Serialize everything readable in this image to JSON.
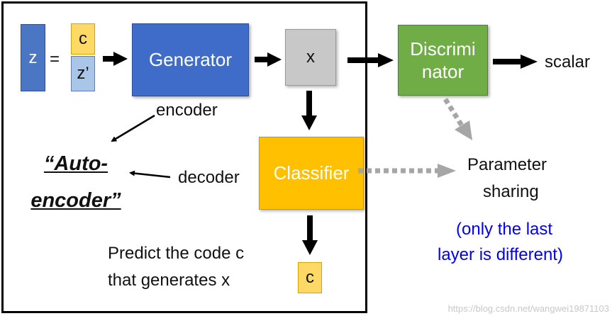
{
  "z_label": "z",
  "equals": "=",
  "c_label": "c",
  "z_prime_label": "z’",
  "generator_label": "Generator",
  "x_label": "x",
  "discriminator_line1": "Discrimi",
  "discriminator_line2": "nator",
  "scalar_label": "scalar",
  "encoder_label": "encoder",
  "decoder_label": "decoder",
  "classifier_label": "Classifier",
  "autoencoder_line1": "“Auto-",
  "autoencoder_line2": "encoder”",
  "predict_line1": "Predict the code c",
  "predict_line2": "that generates x",
  "output_c_label": "c",
  "param_line1": "Parameter",
  "param_line2": "sharing",
  "note_line1": "(only the last",
  "note_line2": "layer is different)",
  "watermark": "https://blog.csdn.net/wangwei19871103",
  "colors": {
    "z": "#4a76c4",
    "c": "#ffd966",
    "z_prime": "#a9c6e8",
    "generator": "#3f6cc8",
    "x": "#c8c8c8",
    "discriminator": "#70ad47",
    "classifier": "#ffc000",
    "note": "#0000ee",
    "dotted_arrow": "#a6a6a6"
  }
}
